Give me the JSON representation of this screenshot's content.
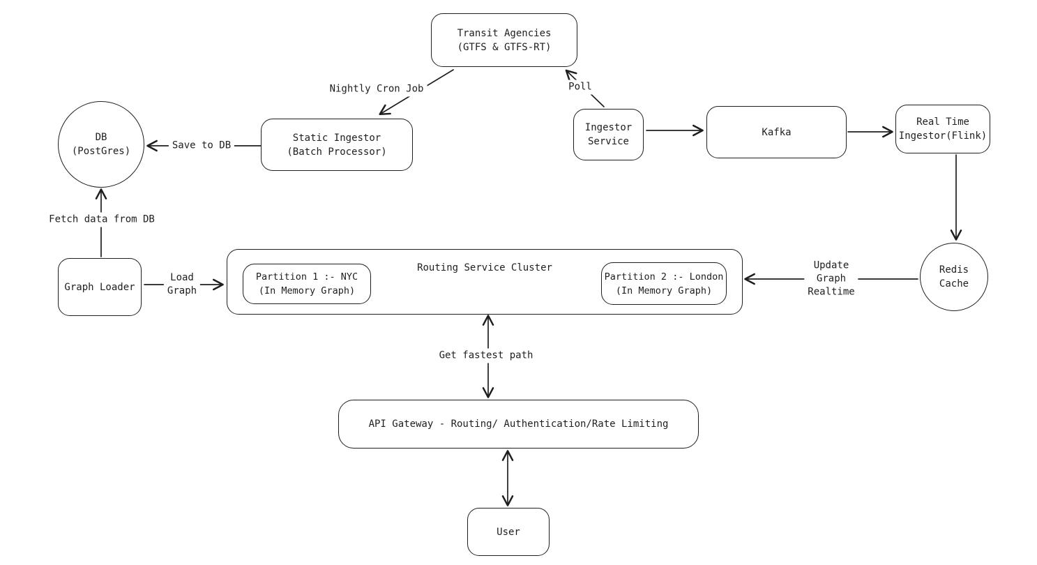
{
  "canvas": {
    "background": "#ffffff",
    "stroke_color": "#1e1e1e"
  },
  "nodes": {
    "transit_agencies": {
      "lines": [
        "Transit Agencies",
        "(GTFS & GTFS-RT)"
      ]
    },
    "db_postgres": {
      "lines": [
        "DB",
        "(PostGres)"
      ]
    },
    "static_ingestor": {
      "lines": [
        "Static Ingestor",
        "(Batch Processor)"
      ]
    },
    "ingestor_service": {
      "lines": [
        "Ingestor",
        "Service"
      ]
    },
    "kafka": {
      "lines": [
        "Kafka"
      ]
    },
    "realtime_ingestor": {
      "lines": [
        "Real Time",
        "Ingestor(Flink)"
      ]
    },
    "redis_cache": {
      "lines": [
        "Redis",
        "Cache"
      ]
    },
    "graph_loader": {
      "lines": [
        "Graph Loader"
      ]
    },
    "routing_cluster": {
      "title": "Routing Service Cluster"
    },
    "partition1": {
      "lines": [
        "Partition 1 :- NYC",
        "(In Memory Graph)"
      ]
    },
    "partition2": {
      "lines": [
        "Partition 2 :- London",
        "(In Memory Graph)"
      ]
    },
    "api_gateway": {
      "lines": [
        "API Gateway - Routing/ Authentication/Rate Limiting"
      ]
    },
    "user": {
      "lines": [
        "User"
      ]
    }
  },
  "edge_labels": {
    "nightly_cron_job": "Nightly Cron Job",
    "save_to_db": "Save to DB",
    "poll": "Poll",
    "fetch_data": "Fetch data from DB",
    "load_graph": [
      "Load",
      "Graph"
    ],
    "update_graph": [
      "Update",
      "Graph",
      "Realtime"
    ],
    "get_fastest_path": "Get fastest path"
  }
}
